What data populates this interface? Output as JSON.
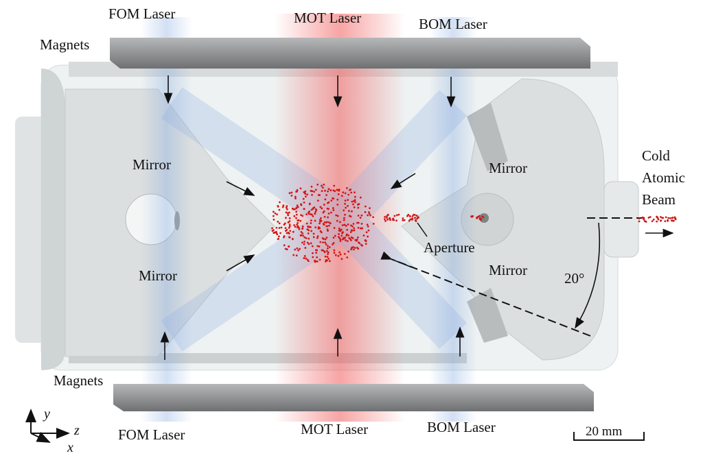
{
  "labels": {
    "fom_top": "FOM Laser",
    "mot_top": "MOT Laser",
    "bom_top": "BOM Laser",
    "fom_bottom": "FOM Laser",
    "mot_bottom": "MOT Laser",
    "bom_bottom": "BOM Laser",
    "magnets_top": "Magnets",
    "magnets_bottom": "Magnets",
    "mirror_left_top": "Mirror",
    "mirror_left_bottom": "Mirror",
    "mirror_right_top": "Mirror",
    "mirror_right_bottom": "Mirror",
    "aperture": "Aperture",
    "beam_line1": "Cold",
    "beam_line2": "Atomic",
    "beam_line3": "Beam",
    "angle": "20°",
    "scale_bar": "20 mm"
  },
  "axes": {
    "y": "y",
    "z": "z",
    "x": "x"
  },
  "colors": {
    "mot": "#f05a5a",
    "fom_bom": "#7fa6e0",
    "atoms": "#d01818",
    "body": "#dfe3e3",
    "magnet": "#8a8c8e"
  }
}
